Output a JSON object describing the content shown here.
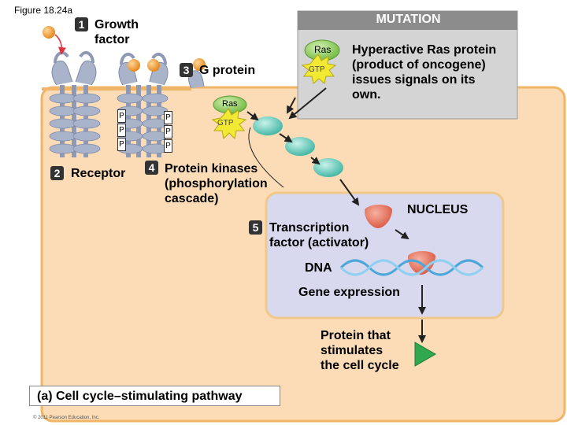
{
  "figure_label": "Figure 18.24a",
  "mutation_box": {
    "title": "MUTATION",
    "ras_label": "Ras",
    "gtp_label": "GTP",
    "description": [
      "Hyperactive Ras protein",
      "(product of oncogene)",
      "issues signals on its",
      "own."
    ]
  },
  "steps": [
    {
      "number": "1",
      "lines": [
        "Growth",
        "factor"
      ]
    },
    {
      "number": "2",
      "lines": [
        "Receptor"
      ]
    },
    {
      "number": "3",
      "lines": [
        "G protein"
      ]
    },
    {
      "number": "4",
      "lines": [
        "Protein kinases",
        "(phosphorylation",
        "cascade)"
      ]
    },
    {
      "number": "5",
      "lines": [
        "Transcription",
        "factor (activator)"
      ]
    }
  ],
  "ras_label": "Ras",
  "gtp_label": "GTP",
  "phosphate_label": "P",
  "nucleus_label": "NUCLEUS",
  "dna_label": "DNA",
  "gene_expression_label": "Gene expression",
  "product_lines": [
    "Protein that",
    "stimulates",
    "the cell cycle"
  ],
  "caption": "(a) Cell cycle–stimulating pathway",
  "copyright": "© 2011 Pearson Education, Inc.",
  "colors": {
    "cytoplasm": "#fbdcb6",
    "cytoplasm_border": "#f0b567",
    "nucleus": "#d8d8ef",
    "nucleus_border": "#f0c98a",
    "mutation_box": "#d4d4d4",
    "mutation_header": "#8c8c8c",
    "receptor": "#a9b4cb",
    "growth_factor": "#f3a23a",
    "kinase": "#5fc7b8",
    "ras": "#8fcf57",
    "gtp": "#f2e934",
    "transcription_factor": "#e8735c",
    "dna": "#4aa7d8",
    "protein": "#2fa84f"
  }
}
